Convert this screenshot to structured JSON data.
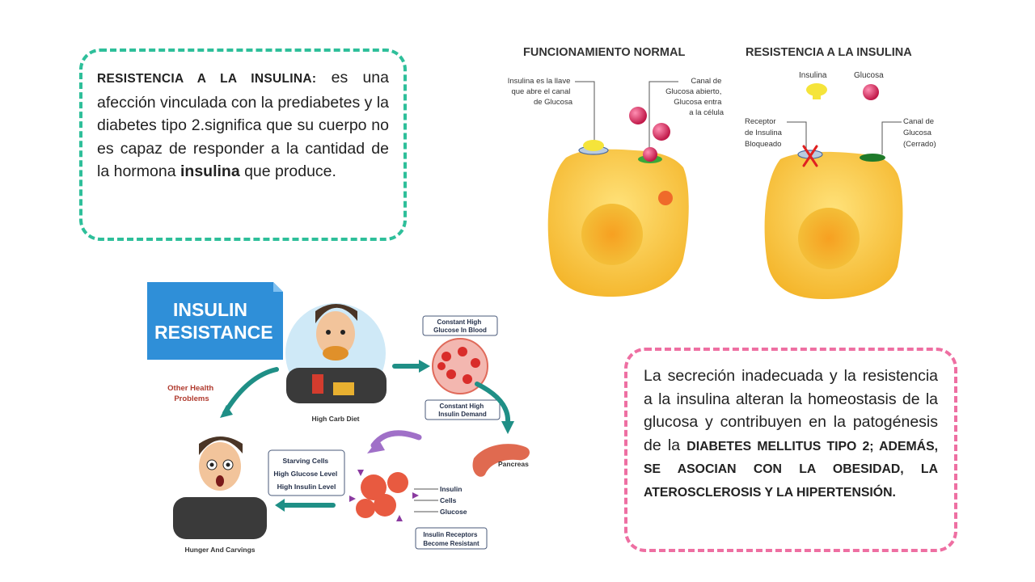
{
  "definition_box": {
    "lead": "RESISTENCIA A LA INSULINA:",
    "text": " es una afección vinculada con la prediabetes y la diabetes tipo 2.significa que su cuerpo no es capaz de responder a la cantidad de la hormona ",
    "emphasis": "insulina",
    "tail": " que produce."
  },
  "secretion_box": {
    "text": "La secreción inadecuada y la resistencia a la insulina alteran la homeostasis de la glucosa y contribuyen en la patogénesis de la ",
    "caps": "DIABETES MELLITUS TIPO 2; ADEMÁS, SE ASOCIAN CON LA OBESIDAD, LA ATEROSCLEROSIS Y LA HIPERTENSIÓN."
  },
  "cell_diagram": {
    "normal": {
      "title": "FUNCIONAMIENTO NORMAL",
      "label_key": [
        "Insulina es la llave",
        "que abre el canal",
        "de Glucosa"
      ],
      "label_channel": [
        "Canal de",
        "Glucosa abierto,",
        "Glucosa entra",
        "a la célula"
      ]
    },
    "resistance": {
      "title": "RESISTENCIA A LA INSULINA",
      "legend_insulin": "Insulina",
      "legend_glucose": "Glucosa",
      "label_receptor": [
        "Receptor",
        "de Insulina",
        "Bloqueado"
      ],
      "label_channel": [
        "Canal de",
        "Glucosa",
        "(Cerrado)"
      ]
    }
  },
  "infographic": {
    "title_line1": "INSULIN",
    "title_line2": "RESISTANCE",
    "other_health": [
      "Other Health",
      "Problems"
    ],
    "high_carb": "High Carb Diet",
    "constant_glucose": [
      "Constant High",
      "Glucose In Blood"
    ],
    "constant_insulin": [
      "Constant High",
      "Insulin Demand"
    ],
    "pancreas": "Pancreas",
    "symptoms": [
      "Starving Cells",
      "High Glucose Level",
      "High Insulin Level"
    ],
    "legend": [
      "Insulin",
      "Cells",
      "Glucose"
    ],
    "receptors": [
      "Insulin Receptors",
      "Become Resistant"
    ],
    "hunger": "Hunger And Carvings",
    "colors": {
      "title_bg": "#2f8fd8",
      "arrow": "#1f8f86",
      "accent_red": "#c0392b"
    }
  }
}
